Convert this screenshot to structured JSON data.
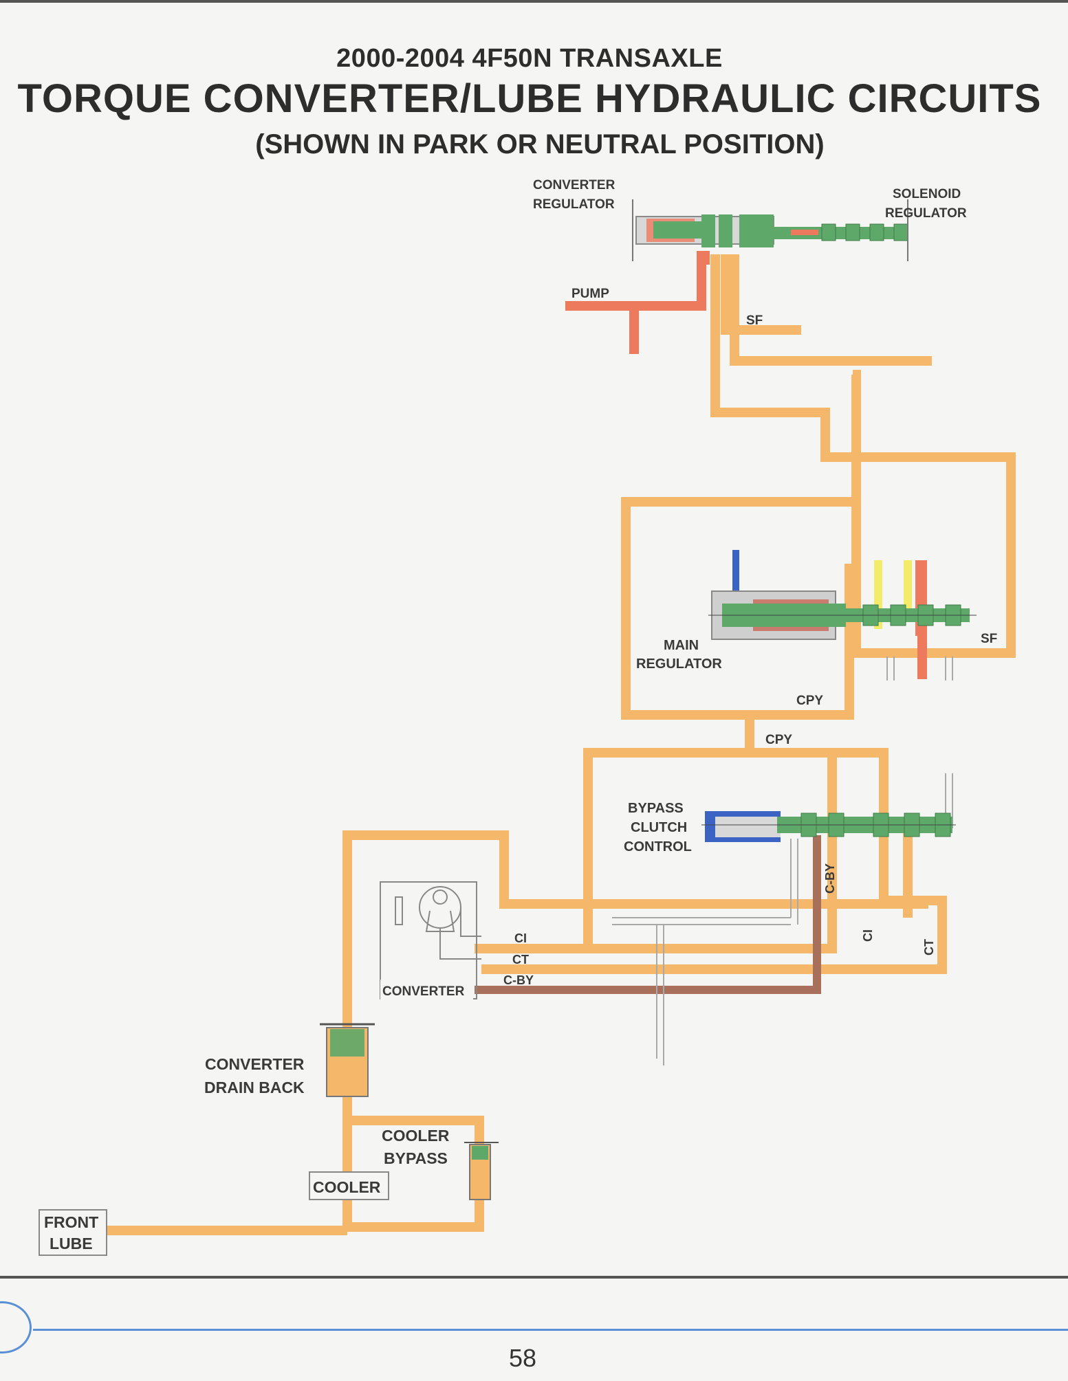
{
  "header": {
    "subtitle": "2000-2004 4F50N TRANSAXLE",
    "title": "TORQUE CONVERTER/LUBE HYDRAULIC CIRCUITS",
    "note": "(SHOWN IN PARK OR NEUTRAL POSITION)"
  },
  "labels": {
    "converter_regulator_1": "CONVERTER",
    "converter_regulator_2": "REGULATOR",
    "solenoid_regulator_1": "SOLENOID",
    "solenoid_regulator_2": "REGULATOR",
    "pump": "PUMP",
    "sf_top": "SF",
    "sf_right": "SF",
    "main_regulator_1": "MAIN",
    "main_regulator_2": "REGULATOR",
    "cpy_1": "CPY",
    "cpy_2": "CPY",
    "bypass_1": "BYPASS",
    "bypass_2": "CLUTCH",
    "bypass_3": "CONTROL",
    "c_by_vertical": "C-BY",
    "ci_vertical": "CI",
    "ct_vertical": "CT",
    "ci": "CI",
    "ct": "CT",
    "c_by": "C-BY",
    "converter": "CONVERTER",
    "drain_back_1": "CONVERTER",
    "drain_back_2": "DRAIN BACK",
    "cooler_bypass_1": "COOLER",
    "cooler_bypass_2": "BYPASS",
    "cooler": "COOLER",
    "front_lube_1": "FRONT",
    "front_lube_2": "LUBE"
  },
  "colors": {
    "lube": "#f5b769",
    "pump": "#ee7a5e",
    "valve": "#5ea86a",
    "converter_by": "#a8705a",
    "solenoid_yellow": "#f2ec6a",
    "blue": "#3b63c4"
  },
  "footer": {
    "page_number": "58"
  }
}
